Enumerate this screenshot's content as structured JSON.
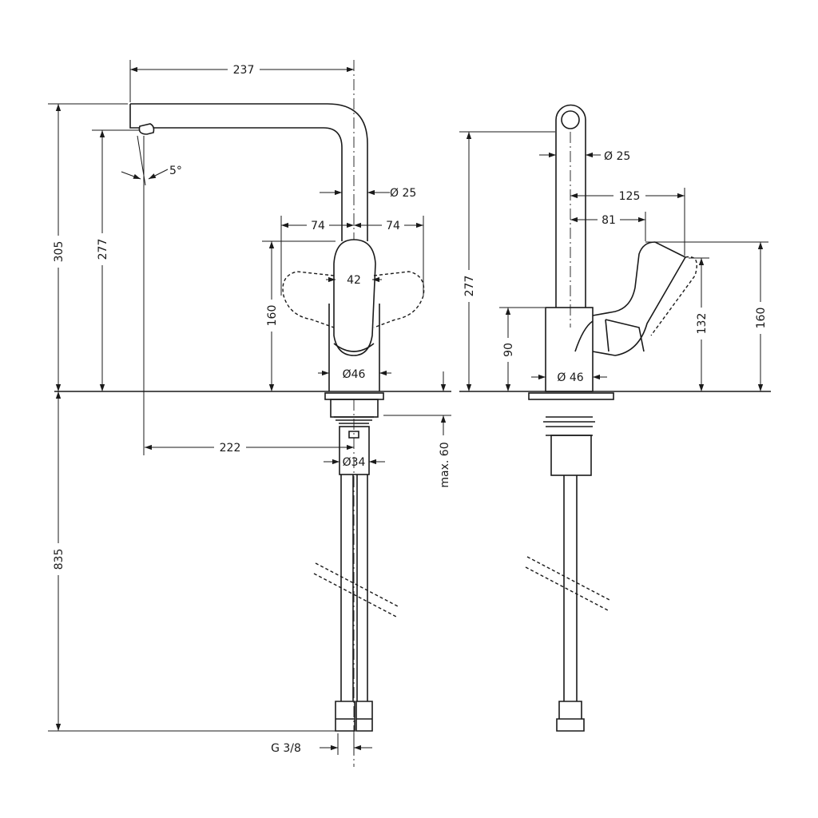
{
  "front_view": {
    "width_spout": "237",
    "height_total": "305",
    "height_outlet": "277",
    "angle": "5°",
    "spout_diameter": "Ø  25",
    "swing_left": "74",
    "swing_right": "74",
    "lever_width": "42",
    "lever_height": "160",
    "body_diameter": "Ø46",
    "reach": "222",
    "shank_diameter": "Ø34",
    "max_thickness": "max. 60",
    "hose_length": "835",
    "connection": "G 3/8"
  },
  "side_view": {
    "height_outlet": "277",
    "spout_diameter": "Ø  25",
    "lever_reach": "125",
    "lever_offset": "81",
    "body_height": "90",
    "body_diameter": "Ø  46",
    "lever_tip_height": "132",
    "lever_height": "160"
  }
}
